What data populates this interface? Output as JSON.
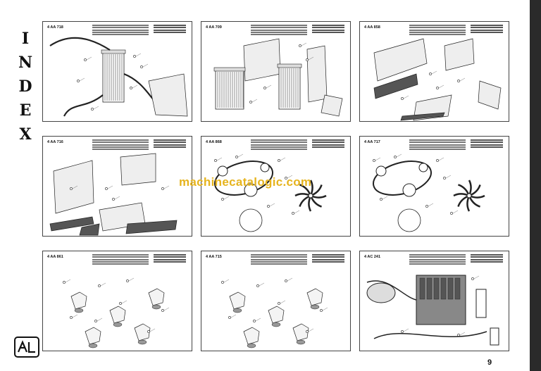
{
  "index_letters": [
    "I",
    "N",
    "D",
    "E",
    "X"
  ],
  "page_number": "9",
  "watermark": "machinecatalogic.com",
  "panels": [
    {
      "code": "4 AA 718",
      "kind": "radiator-hoses"
    },
    {
      "code": "4 AA 709",
      "kind": "radiator-exploded"
    },
    {
      "code": "4 AA 858",
      "kind": "radiator-brackets"
    },
    {
      "code": "4 AA 716",
      "kind": "frame-brackets"
    },
    {
      "code": "4 AA 868",
      "kind": "fan-belt"
    },
    {
      "code": "4 AA 717",
      "kind": "fan-belt"
    },
    {
      "code": "4 AA 861",
      "kind": "engine-mounts"
    },
    {
      "code": "4 AA 715",
      "kind": "engine-mounts"
    },
    {
      "code": "4 AC 241",
      "kind": "engine-fuel-circuit"
    }
  ],
  "colors": {
    "ink": "#222222",
    "watermark": "#e6b41e",
    "sidebar": "#2a2a2a"
  }
}
